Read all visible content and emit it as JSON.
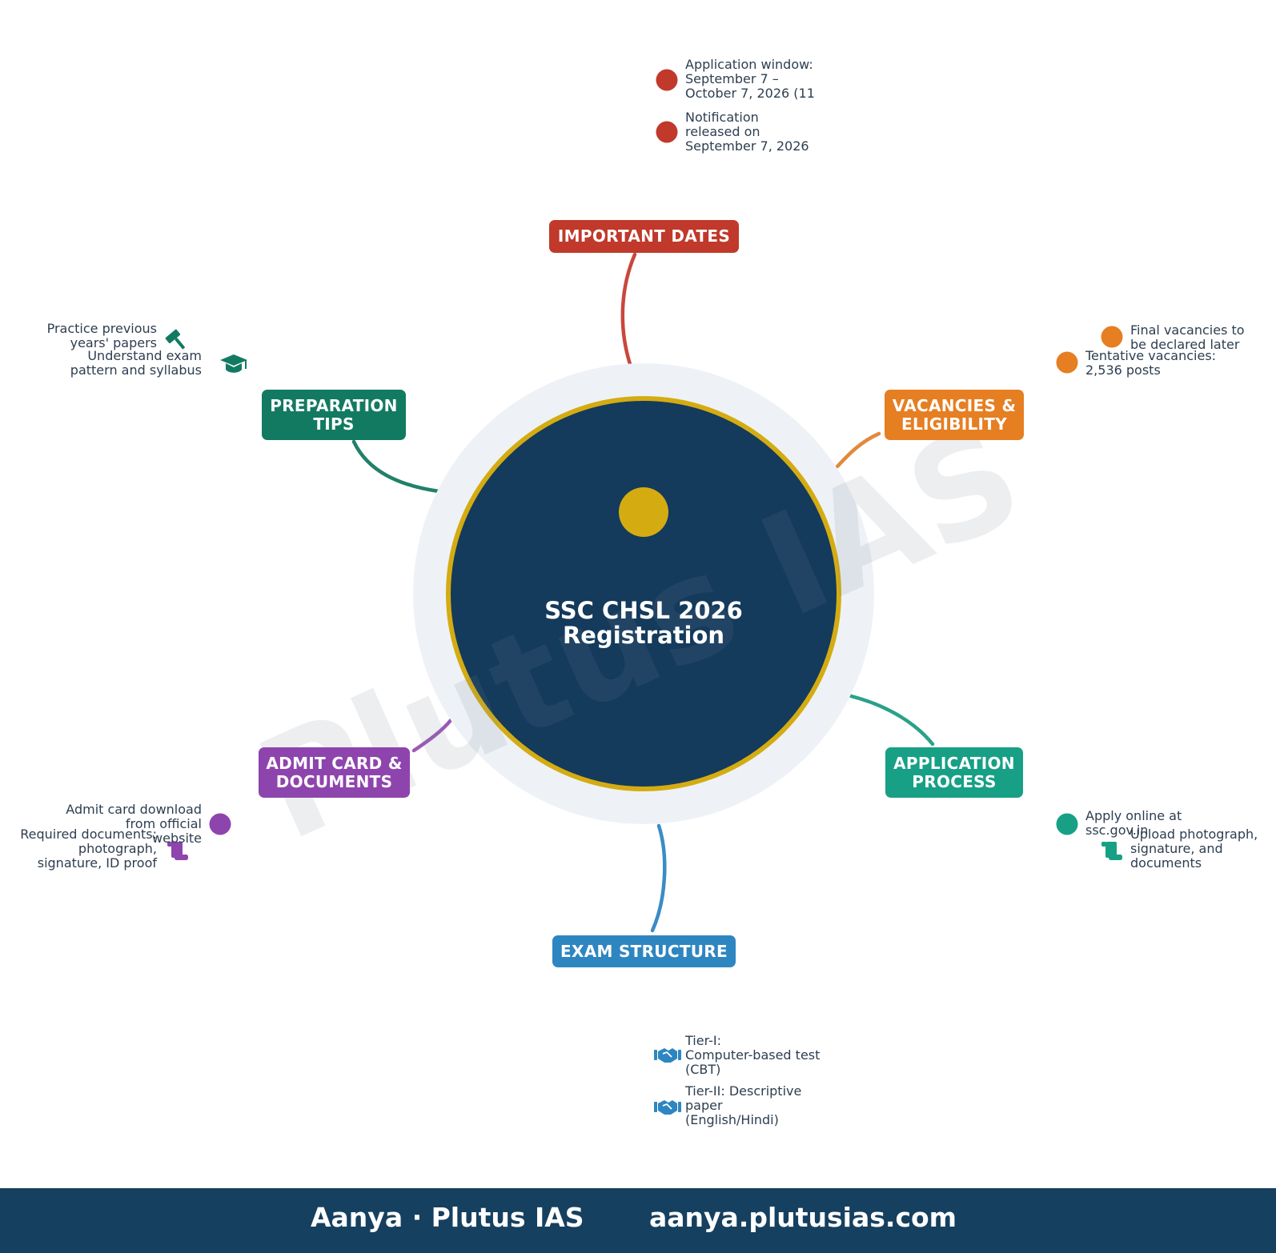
{
  "center": {
    "title": "SSC CHSL 2026\nRegistration"
  },
  "watermark": "Plutus IAS",
  "colors": {
    "navy": "#143a5c",
    "gold": "#d4ac12",
    "halo": "#eef2f7",
    "red": "#c0392b",
    "orange": "#e67e22",
    "teal": "#17a085",
    "blue": "#2e86c1",
    "purple": "#8e44ad",
    "green": "#137a62"
  },
  "branches": {
    "important_dates": {
      "label": "IMPORTANT DATES",
      "items": [
        {
          "icon": "dot-icon",
          "text": "Application window:\nSeptember 7 –\nOctober 7, 2026 (11"
        },
        {
          "icon": "dot-icon",
          "text": "Notification\nreleased on\nSeptember 7, 2026"
        }
      ]
    },
    "vacancies": {
      "label": "VACANCIES &\nELIGIBILITY",
      "items": [
        {
          "icon": "dot-icon",
          "text": "Final vacancies to\nbe declared later"
        },
        {
          "icon": "dot-icon",
          "text": "Tentative vacancies:\n2,536 posts"
        }
      ]
    },
    "application": {
      "label": "APPLICATION\nPROCESS",
      "items": [
        {
          "icon": "dot-icon",
          "text": "Apply online at\nssc.gov.in"
        },
        {
          "icon": "scroll-icon",
          "text": "Upload photograph,\nsignature, and\ndocuments"
        }
      ]
    },
    "exam": {
      "label": "EXAM STRUCTURE",
      "items": [
        {
          "icon": "handshake-icon",
          "text": "Tier-I:\nComputer-based test\n(CBT)"
        },
        {
          "icon": "handshake-icon",
          "text": "Tier-II: Descriptive\npaper\n(English/Hindi)"
        }
      ]
    },
    "admit": {
      "label": "ADMIT CARD &\nDOCUMENTS",
      "items": [
        {
          "icon": "dot-icon",
          "text": "Admit card download\nfrom official\nwebsite"
        },
        {
          "icon": "scroll-icon",
          "text": "Required documents:\nphotograph,\nsignature, ID proof"
        }
      ]
    },
    "preparation": {
      "label": "PREPARATION\nTIPS",
      "items": [
        {
          "icon": "gavel-icon",
          "text": "Practice previous\nyears' papers"
        },
        {
          "icon": "graduation-cap-icon",
          "text": "Understand exam\npattern and syllabus"
        }
      ]
    }
  },
  "footer": {
    "author": "Aanya · Plutus IAS",
    "url": "aanya.plutusias.com"
  }
}
